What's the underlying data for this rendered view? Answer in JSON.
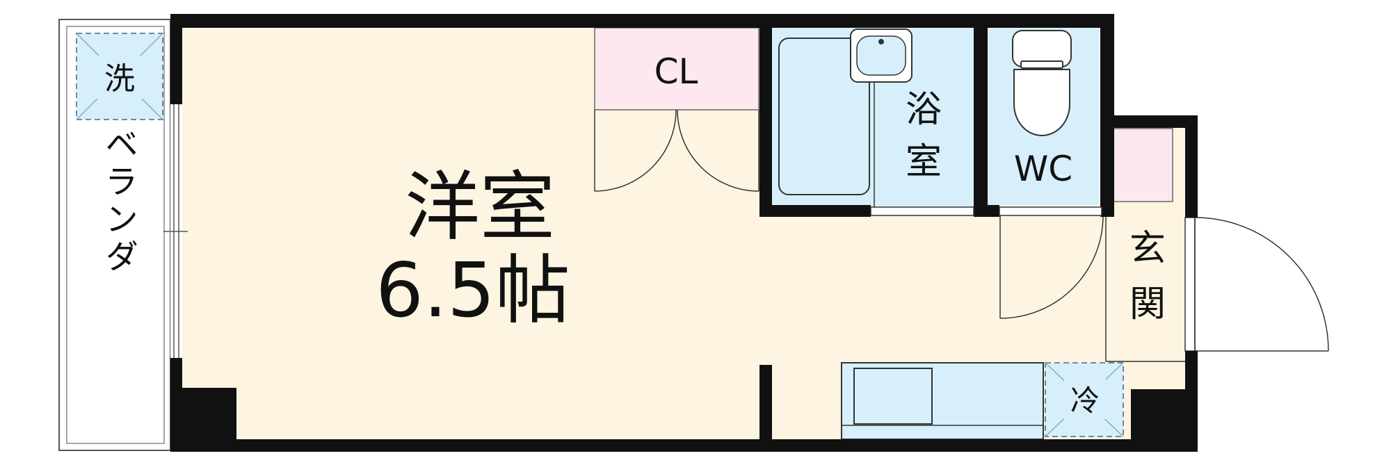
{
  "colors": {
    "wall": "#111111",
    "room": "#fdf5e1",
    "closet": "#fde8ef",
    "wet": "#d7effb",
    "line": "#333333",
    "appliance_dash": "#6a8aa0"
  },
  "rooms": {
    "western_room_name": "洋室",
    "western_room_size": "6.5帖",
    "closet": "CL",
    "bath_top": "浴",
    "bath_bottom": "室",
    "toilet": "WC",
    "entrance_top": "玄",
    "entrance_bottom": "関",
    "balcony": "ベランダ",
    "washer": "洗",
    "fridge": "冷"
  }
}
